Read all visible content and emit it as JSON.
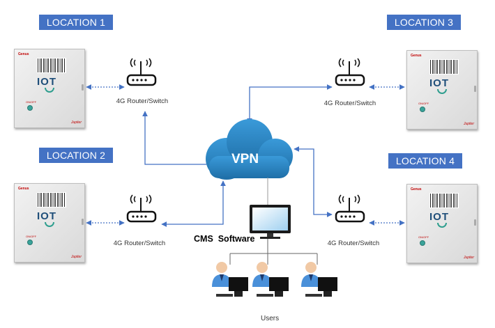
{
  "locations": {
    "loc1": "LOCATION 1",
    "loc2": "LOCATION 2",
    "loc3": "LOCATION 3",
    "loc4": "LOCATION 4"
  },
  "routers": {
    "r1": "4G Router/Switch",
    "r2": "4G Router/Switch",
    "r3": "4G Router/Switch",
    "r4": "4G Router/Switch"
  },
  "vpn_label": "VPN",
  "cms_label": "CMS  Software",
  "users_label": "Users",
  "panel_text": {
    "brand": "Genus",
    "iot": "IOT",
    "switch": "ON/OFF",
    "maker": "Jupiter"
  },
  "colors": {
    "tag": "#4472c4",
    "cloud": "#2e86c1",
    "line": "#4472c4"
  }
}
